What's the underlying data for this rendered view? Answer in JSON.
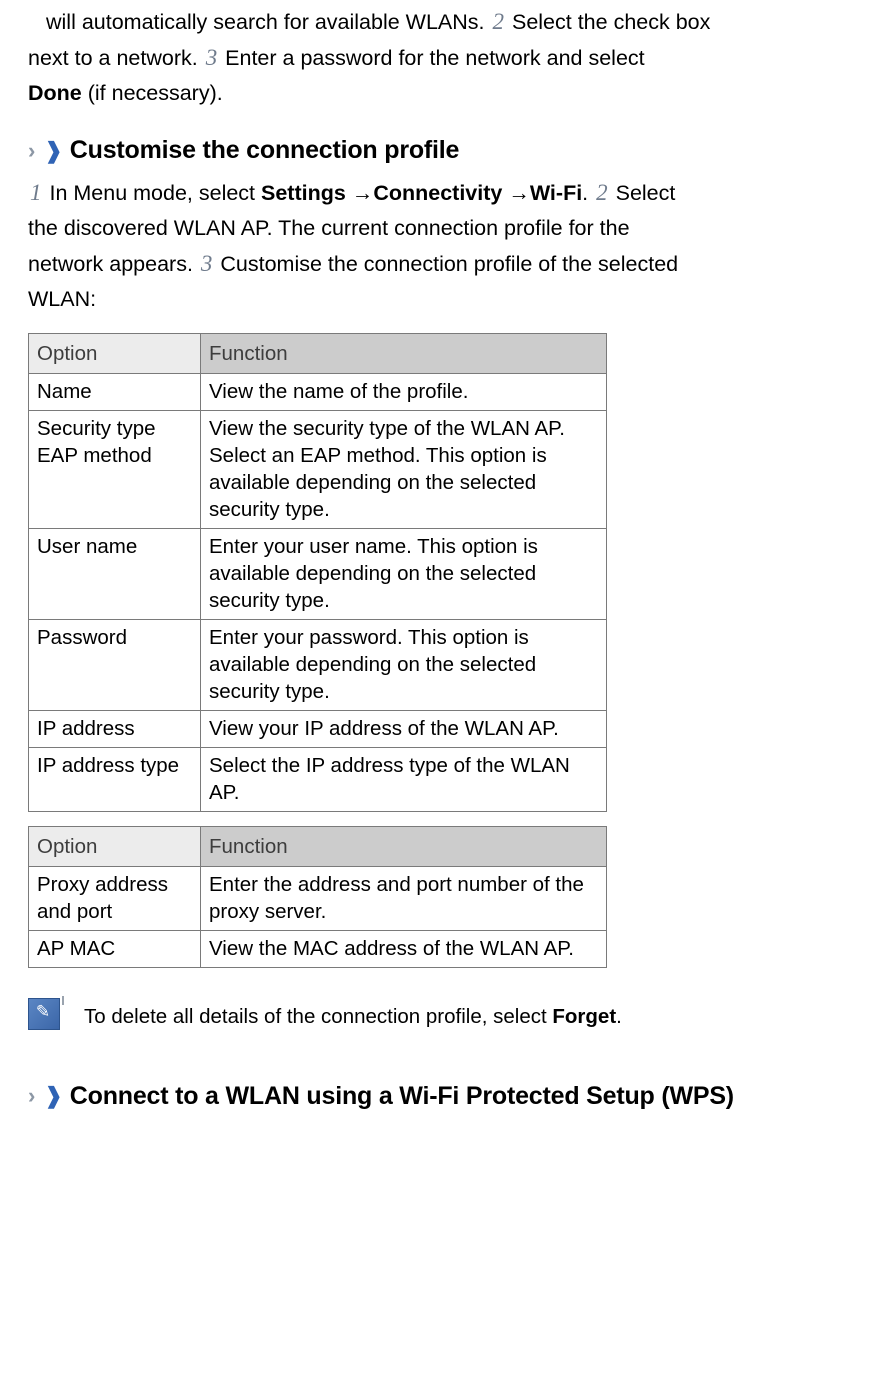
{
  "intro": {
    "line1_a": "will automatically search for available WLANs. ",
    "num2": "2",
    "line1_b": " Select the check box",
    "line2_a": "next to a network. ",
    "num3": "3",
    "line2_b": " Enter a password for the network and select",
    "line3_bold": "Done",
    "line3_rest": " (if necessary)."
  },
  "heading1": {
    "chevron_grey": "›",
    "chevron_blue": "❱",
    "title": "Customise the connection profile"
  },
  "para1": {
    "num1": "1",
    "t1": " In Menu mode, select ",
    "b1": "Settings",
    "arrow1": " →",
    "b2": "Connectivity",
    "arrow2": " →",
    "b3": "Wi-Fi",
    "t2": ". ",
    "num2": "2",
    "t3": " Select",
    "t4": "the discovered WLAN AP. The current connection profile for the",
    "t5": "network appears. ",
    "num3": "3",
    "t6": " Customise the connection profile of the selected",
    "t7": "WLAN:"
  },
  "table1": {
    "headers": [
      "Option",
      "Function"
    ],
    "rows": [
      {
        "option": "Name",
        "function": "View the name of the profile."
      },
      {
        "option": "Security type EAP method",
        "function": "View the security type of the WLAN AP. Select an EAP method. This option is available depending on the selected security type."
      },
      {
        "option": "User name",
        "function": "Enter your user name. This option is available depending on the selected security type."
      },
      {
        "option": "Password",
        "function": "Enter your password. This option is available depending on the selected security type."
      },
      {
        "option": "IP address",
        "function": "View your IP address of the WLAN AP."
      },
      {
        "option": "IP address type",
        "function": "Select the IP address type of the WLAN AP."
      }
    ]
  },
  "table2": {
    "headers": [
      "Option",
      "Function"
    ],
    "rows": [
      {
        "option": "Proxy address and port",
        "function": "Enter the address and port number of the proxy server."
      },
      {
        "option": "AP MAC",
        "function": "View the MAC address of the WLAN AP."
      }
    ]
  },
  "note": {
    "icon": "note-icon",
    "text_a": "To delete all details of the connection profile, select ",
    "text_bold": "Forget",
    "text_b": "."
  },
  "heading2": {
    "chevron_grey": "›",
    "chevron_blue": "❱",
    "title": "Connect to a WLAN using a Wi-Fi Protected Setup (WPS)"
  }
}
